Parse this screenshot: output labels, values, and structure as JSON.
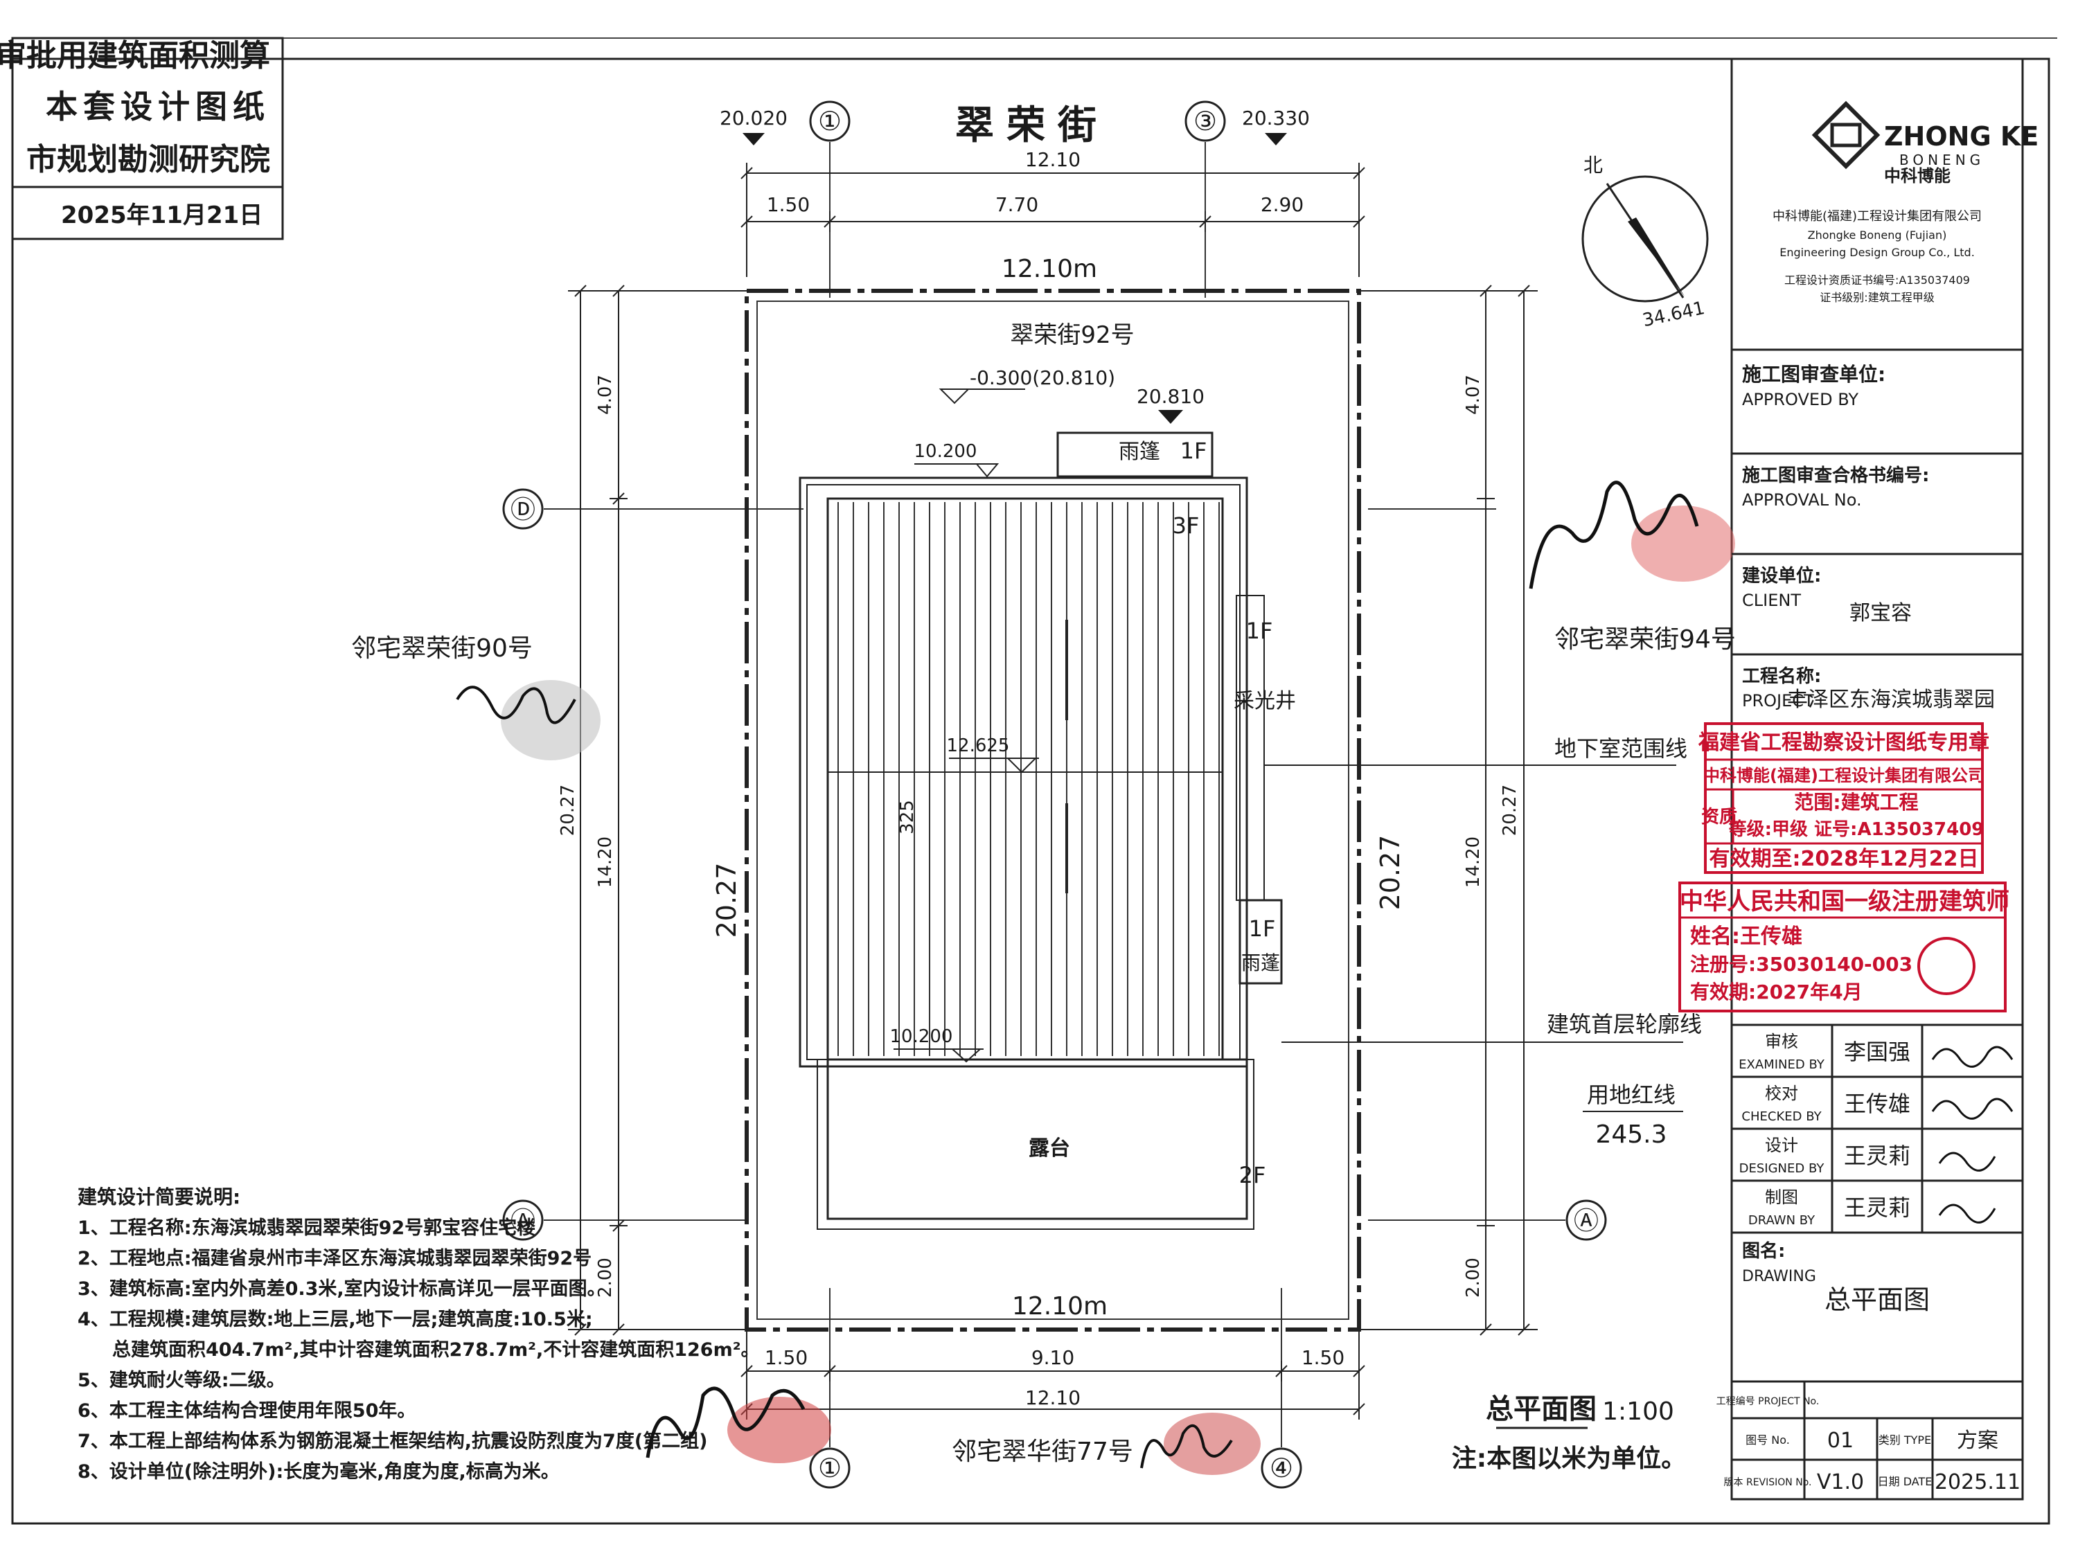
{
  "approval_stamp": {
    "line1": "审批用建筑面积测算",
    "line2": "本套设计图纸",
    "line3": "市规划勘测研究院",
    "date": "2025年11月21日"
  },
  "street_top": "翠荣街",
  "axes": {
    "a1_top": "①",
    "a3_top": "③",
    "a1_bottom": "①",
    "a4_bottom": "④",
    "aD": "Ⓓ",
    "aA_left": "Ⓐ",
    "aA_right": "Ⓐ"
  },
  "elevations": {
    "top_left": "20.020",
    "top_right": "20.330",
    "entry": "-0.300(20.810)",
    "entry_right": "20.810",
    "roof_top": "10.200",
    "roof_mid": "12.625",
    "roof_bottom": "10.200",
    "slope": "325"
  },
  "dimensions": {
    "top_total": "12.10",
    "top_seg1": "1.50",
    "top_seg2": "7.70",
    "top_seg3": "2.90",
    "site_width_top": "12.10m",
    "site_width_bottom": "12.10m",
    "bottom_seg1": "1.50",
    "bottom_seg2": "9.10",
    "bottom_seg3": "1.50",
    "bottom_total": "12.10",
    "left_total": "20.27",
    "left_seg1": "4.07",
    "left_seg2": "14.20",
    "left_seg3": "2.00",
    "right_total": "20.27",
    "right_seg1": "4.07",
    "right_seg2": "14.20",
    "right_seg3": "2.00",
    "site_height_left": "20.27",
    "site_height_right": "20.27",
    "red_line_length": "245.3"
  },
  "labels": {
    "building_name": "翠荣街92号",
    "canopy_top": "雨篷",
    "f1_top": "1F",
    "f3": "3F",
    "f1_side": "1F",
    "lightwell": "采光井",
    "f1_canopy": "1F",
    "canopy_side": "雨蓬",
    "terrace": "露台",
    "f2": "2F",
    "neighbor_left": "邻宅翠荣街90号",
    "neighbor_right": "邻宅翠荣街94号",
    "neighbor_bottom": "邻宅翠华街77号",
    "basement_line": "地下室范围线",
    "ground_outline": "建筑首层轮廓线",
    "red_line": "用地红线",
    "north": "北",
    "north_angle": "34.641"
  },
  "notes": {
    "title": "建筑设计简要说明:",
    "items": [
      "1、工程名称:东海滨城翡翠园翠荣街92号郭宝容住宅楼",
      "2、工程地点:福建省泉州市丰泽区东海滨城翡翠园翠荣街92号",
      "3、建筑标高:室内外高差0.3米,室内设计标高详见一层平面图。",
      "4、工程规模:建筑层数:地上三层,地下一层;建筑高度:10.5米;",
      "总建筑面积404.7m²,其中计容建筑面积278.7m²,不计容建筑面积126m²。",
      "5、建筑耐火等级:二级。",
      "6、本工程主体结构合理使用年限50年。",
      "7、本工程上部结构体系为钢筋混凝土框架结构,抗震设防烈度为7度(第二组)",
      "8、设计单位(除注明外):长度为毫米,角度为度,标高为米。"
    ]
  },
  "drawing_title": "总平面图",
  "scale": "1:100",
  "unit_note": "注:本图以米为单位。",
  "title_block": {
    "logo_text": "ZHONG KE",
    "logo_sub": "BONENG",
    "logo_cn": "中科博能",
    "company_cn": "中科博能(福建)工程设计集团有限公司",
    "company_en1": "Zhongke Boneng (Fujian)",
    "company_en2": "Engineering Design Group Co., Ltd.",
    "cert_no": "工程设计资质证书编号:A135037409",
    "cert_level": "证书级别:建筑工程甲级",
    "review_unit_cn": "施工图审查单位:",
    "review_unit_en": "APPROVED  BY",
    "approval_no_cn": "施工图审查合格书编号:",
    "approval_no_en": "APPROVAL  No.",
    "client_cn": "建设单位:",
    "client_en": "CLIENT",
    "client_name": "郭宝容",
    "project_cn": "工程名称:",
    "project_en": "PROJECT",
    "project_name": "丰泽区东海滨城翡翠园",
    "stamp1_line1": "福建省工程勘察设计图纸专用章",
    "stamp1_line2": "中科博能(福建)工程设计集团有限公司",
    "stamp1_line3": "资质",
    "stamp1_line4": "范围:建筑工程",
    "stamp1_line5": "等级:甲级  证号:A135037409",
    "stamp1_line6": "有效期至:2028年12月22日",
    "stamp2_line1": "中华人民共和国一级注册建筑师",
    "stamp2_line2": "姓名:王传雄",
    "stamp2_line3": "注册号:35030140-003",
    "stamp2_line4": "有效期:2027年4月",
    "examined_cn": "审核",
    "examined_en": "EXAMINED BY",
    "examined_name": "李国强",
    "checked_cn": "校对",
    "checked_en": "CHECKED BY",
    "checked_name": "王传雄",
    "designed_cn": "设计",
    "designed_en": "DESIGNED BY",
    "designed_name": "王灵莉",
    "drawn_cn": "制图",
    "drawn_en": "DRAWN BY",
    "drawn_name": "王灵莉",
    "drawing_cn": "图名:",
    "drawing_en": "DRAWING",
    "drawing_name": "总平面图",
    "project_no_label": "工程编号 PROJECT No.",
    "sheet_no_label": "图号 No.",
    "sheet_no": "01",
    "type_label": "类别 TYPE",
    "type_value": "方案",
    "revision_label": "版本 REVISION No.",
    "revision": "V1.0",
    "date_label": "日期 DATE",
    "date": "2025.11"
  }
}
